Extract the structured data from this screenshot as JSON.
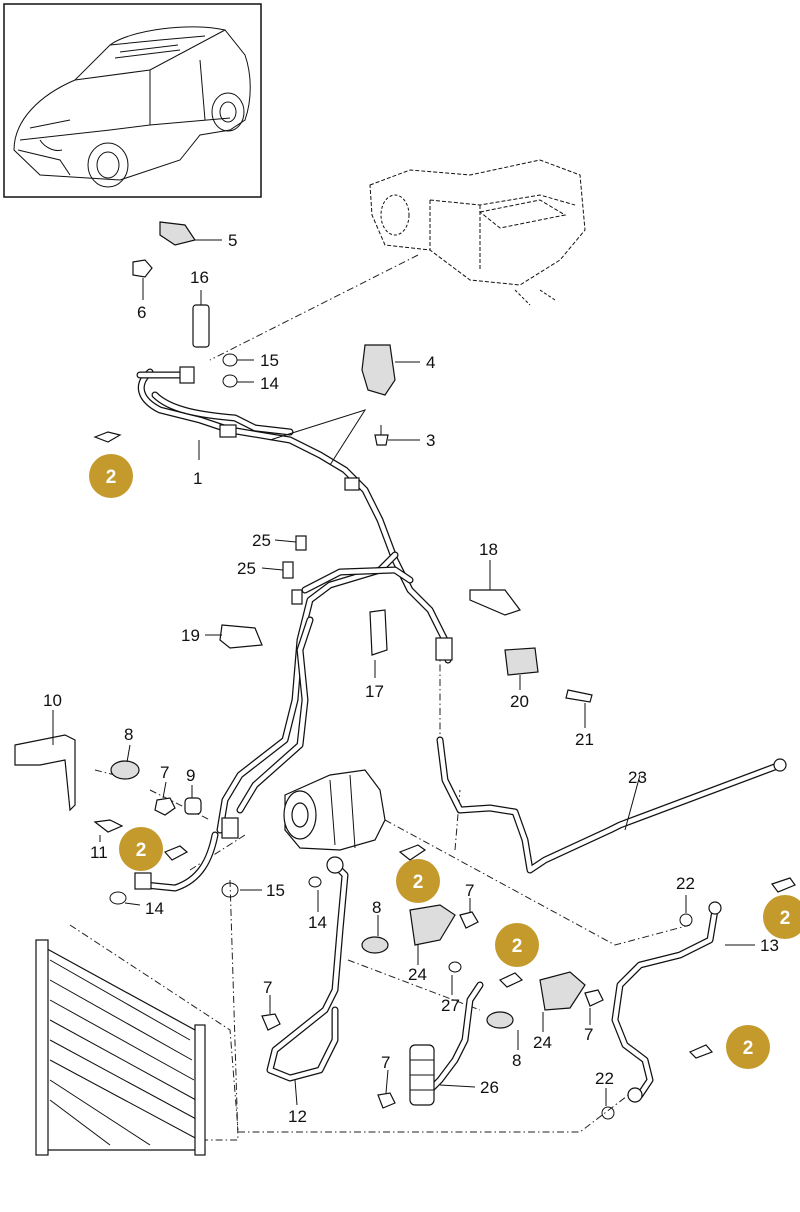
{
  "diagram": {
    "labels": [
      {
        "id": "1",
        "text": "1"
      },
      {
        "id": "3",
        "text": "3"
      },
      {
        "id": "4",
        "text": "4"
      },
      {
        "id": "5",
        "text": "5"
      },
      {
        "id": "6",
        "text": "6"
      },
      {
        "id": "7a",
        "text": "7"
      },
      {
        "id": "7b",
        "text": "7"
      },
      {
        "id": "7c",
        "text": "7"
      },
      {
        "id": "7d",
        "text": "7"
      },
      {
        "id": "7e",
        "text": "7"
      },
      {
        "id": "8a",
        "text": "8"
      },
      {
        "id": "8b",
        "text": "8"
      },
      {
        "id": "8c",
        "text": "8"
      },
      {
        "id": "9",
        "text": "9"
      },
      {
        "id": "10",
        "text": "10"
      },
      {
        "id": "11",
        "text": "11"
      },
      {
        "id": "12",
        "text": "12"
      },
      {
        "id": "13",
        "text": "13"
      },
      {
        "id": "14a",
        "text": "14"
      },
      {
        "id": "14b",
        "text": "14"
      },
      {
        "id": "14c",
        "text": "14"
      },
      {
        "id": "15a",
        "text": "15"
      },
      {
        "id": "15b",
        "text": "15"
      },
      {
        "id": "16",
        "text": "16"
      },
      {
        "id": "17",
        "text": "17"
      },
      {
        "id": "18",
        "text": "18"
      },
      {
        "id": "19",
        "text": "19"
      },
      {
        "id": "20",
        "text": "20"
      },
      {
        "id": "21",
        "text": "21"
      },
      {
        "id": "22a",
        "text": "22"
      },
      {
        "id": "22b",
        "text": "22"
      },
      {
        "id": "23",
        "text": "23"
      },
      {
        "id": "24a",
        "text": "24"
      },
      {
        "id": "24b",
        "text": "24"
      },
      {
        "id": "25a",
        "text": "25"
      },
      {
        "id": "25b",
        "text": "25"
      },
      {
        "id": "26",
        "text": "26"
      },
      {
        "id": "27",
        "text": "27"
      }
    ],
    "badges": [
      {
        "id": "b1",
        "text": "2"
      },
      {
        "id": "b2",
        "text": "2"
      },
      {
        "id": "b3",
        "text": "2"
      },
      {
        "id": "b4",
        "text": "2"
      },
      {
        "id": "b5",
        "text": "2"
      },
      {
        "id": "b6",
        "text": "2"
      }
    ],
    "badge_color": "#c49a2c",
    "line_color": "#111111"
  }
}
